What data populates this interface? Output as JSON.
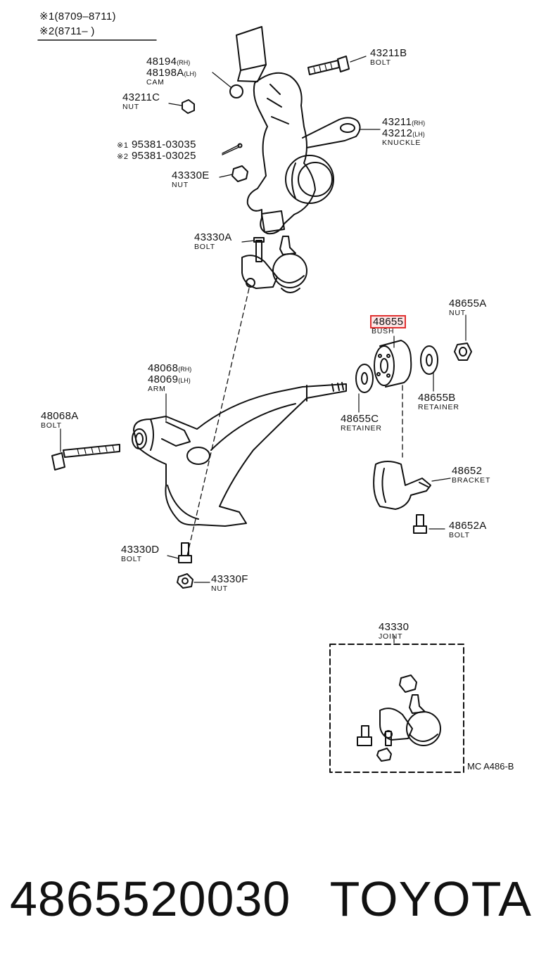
{
  "legend": {
    "line1_mark": "※1",
    "line1_range": "(8709–8711)",
    "line2_mark": "※2",
    "line2_range": "(8711–     )"
  },
  "parts": {
    "p48194": {
      "num": "48194",
      "side": "(RH)"
    },
    "p48198A": {
      "num": "48198A",
      "side": "(LH)",
      "desc": "CAM"
    },
    "p43211C": {
      "num": "43211C",
      "desc": "NUT"
    },
    "p95381a": {
      "mark": "※1",
      "num": "95381-03035"
    },
    "p95381b": {
      "mark": "※2",
      "num": "95381-03025"
    },
    "p43330E": {
      "num": "43330E",
      "desc": "NUT"
    },
    "p43211B": {
      "num": "43211B",
      "desc": "BOLT"
    },
    "p43211": {
      "num": "43211",
      "side": "(RH)"
    },
    "p43212": {
      "num": "43212",
      "side": "(LH)",
      "desc": "KNUCKLE"
    },
    "p43330A": {
      "num": "43330A",
      "desc": "BOLT"
    },
    "p48655": {
      "num": "48655",
      "desc": "BUSH"
    },
    "p48655A": {
      "num": "48655A",
      "desc": "NUT"
    },
    "p48068": {
      "num": "48068",
      "side": "(RH)"
    },
    "p48069": {
      "num": "48069",
      "side": "(LH)",
      "desc": "ARM"
    },
    "p48068A": {
      "num": "48068A",
      "desc": "BOLT"
    },
    "p48655B": {
      "num": "48655B",
      "desc": "RETAINER"
    },
    "p48655C": {
      "num": "48655C",
      "desc": "RETAINER"
    },
    "p48652": {
      "num": "48652",
      "desc": "BRACKET"
    },
    "p48652A": {
      "num": "48652A",
      "desc": "BOLT"
    },
    "p43330D": {
      "num": "43330D",
      "desc": "BOLT"
    },
    "p43330F": {
      "num": "43330F",
      "desc": "NUT"
    },
    "p43330": {
      "num": "43330",
      "desc": "JOINT"
    }
  },
  "diagram_code": "MC A486-B",
  "footer": {
    "part_number": "4865520030",
    "brand": "TOYOTA"
  },
  "colors": {
    "highlight": "#e03030",
    "ink": "#111111"
  }
}
